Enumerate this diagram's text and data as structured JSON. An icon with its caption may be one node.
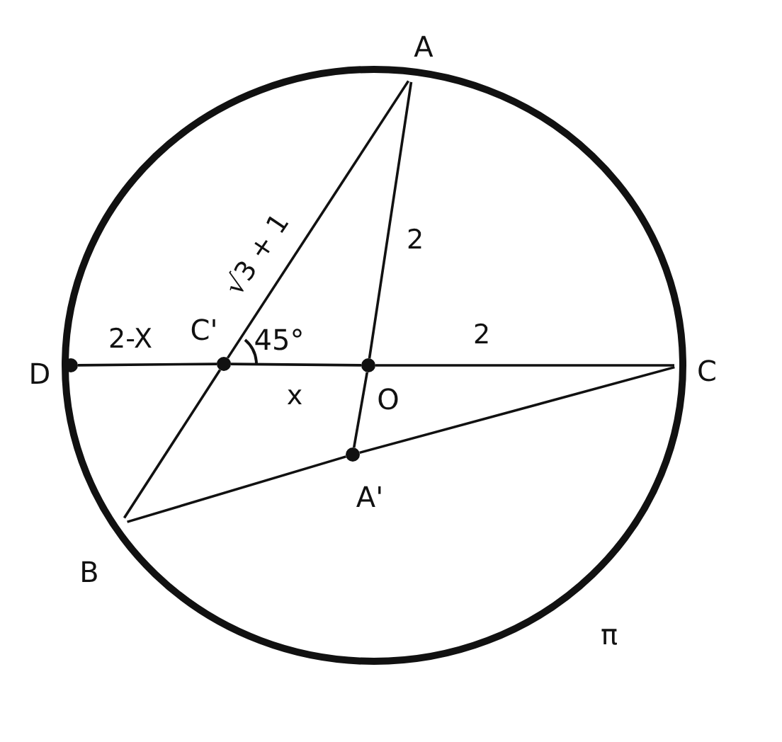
{
  "diagram": {
    "nodes": [
      {
        "text": [
          "A"
        ]
      },
      {
        "text": [
          "D"
        ]
      },
      {
        "text": [
          "C'"
        ]
      },
      {
        "text": [
          "O"
        ]
      },
      {
        "text": [
          "C"
        ]
      },
      {
        "text": [
          "A'"
        ]
      },
      {
        "text": [
          "B"
        ]
      }
    ],
    "edges": [
      {
        "from": 0,
        "to": 2,
        "arrow": "none",
        "label": "√3 + 1"
      },
      {
        "from": 2,
        "to": 6,
        "arrow": "none"
      },
      {
        "from": 0,
        "to": 3,
        "arrow": "none",
        "label": "2"
      },
      {
        "from": 3,
        "to": 5,
        "arrow": "none"
      },
      {
        "from": 1,
        "to": 2,
        "arrow": "none",
        "label": "2-X"
      },
      {
        "from": 2,
        "to": 3,
        "arrow": "none",
        "label": "x"
      },
      {
        "from": 3,
        "to": 4,
        "arrow": "none",
        "label": "2"
      },
      {
        "from": 6,
        "to": 5,
        "arrow": "none"
      },
      {
        "from": 5,
        "to": 4,
        "arrow": "none"
      }
    ],
    "labels": [
      "45°",
      "π"
    ]
  }
}
